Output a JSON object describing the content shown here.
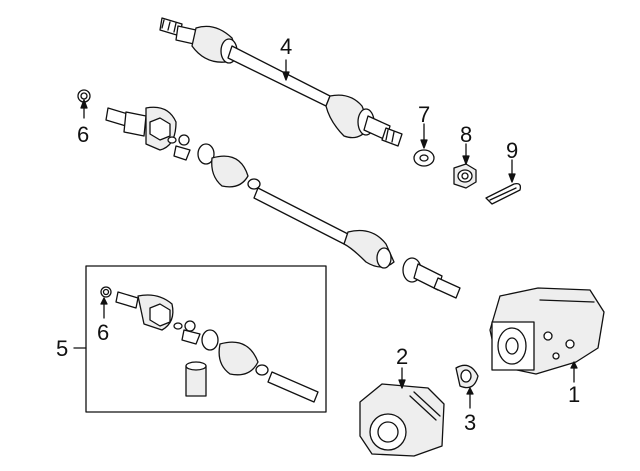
{
  "diagram": {
    "callouts": [
      {
        "id": "c1",
        "label": "1"
      },
      {
        "id": "c2",
        "label": "2"
      },
      {
        "id": "c3",
        "label": "3"
      },
      {
        "id": "c4",
        "label": "4"
      },
      {
        "id": "c5",
        "label": "5"
      },
      {
        "id": "c6a",
        "label": "6"
      },
      {
        "id": "c6b",
        "label": "6"
      },
      {
        "id": "c7",
        "label": "7"
      },
      {
        "id": "c8",
        "label": "8"
      },
      {
        "id": "c9",
        "label": "9"
      }
    ],
    "colors": {
      "line": "#111111",
      "fill": "#ffffff",
      "shade": "#d9d9d9"
    }
  }
}
